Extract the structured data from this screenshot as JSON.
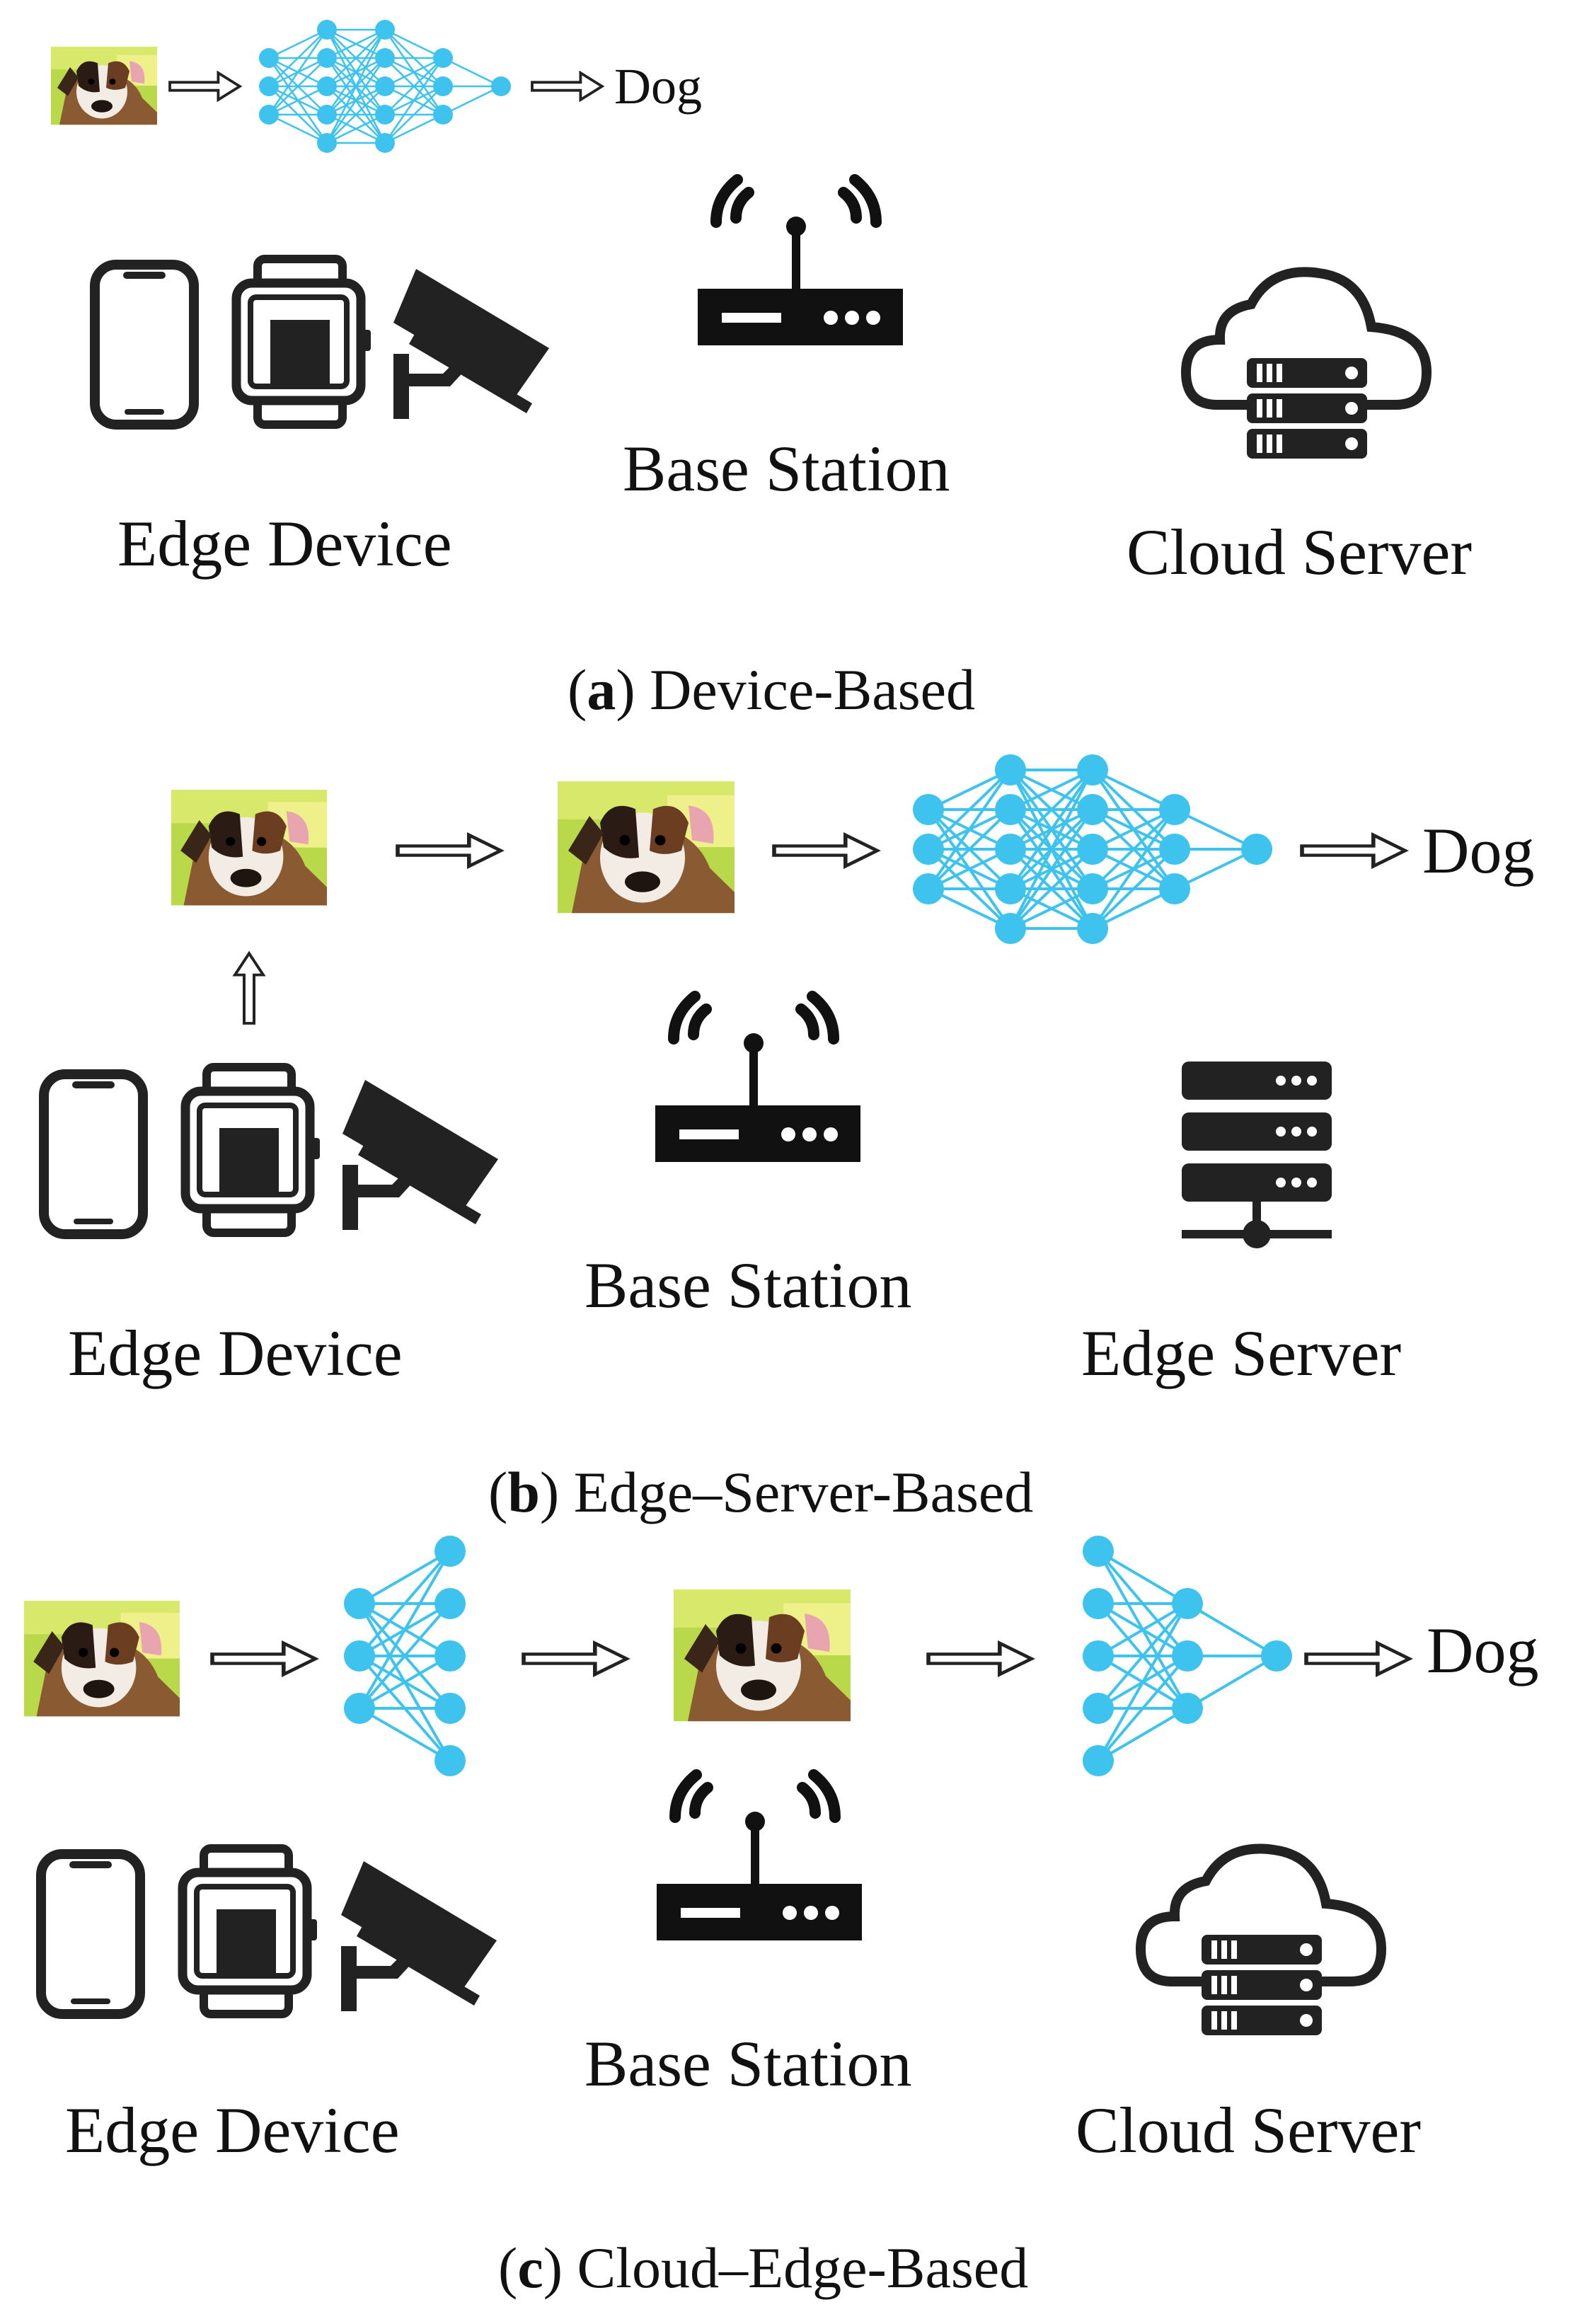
{
  "panel_a": {
    "output_label": "Dog",
    "device_label": "Edge Device",
    "station_label": "Base Station",
    "server_label": "Cloud Server",
    "caption_letter": "a",
    "caption_text": "Device-Based"
  },
  "panel_b": {
    "output_label": "Dog",
    "device_label": "Edge Device",
    "station_label": "Base Station",
    "server_label": "Edge Server",
    "caption_letter": "b",
    "caption_text": "Edge–Server-Based"
  },
  "panel_c": {
    "output_label": "Dog",
    "device_label": "Edge Device",
    "station_label": "Base Station",
    "server_label": "Cloud Server",
    "caption_letter": "c",
    "caption_text": "Cloud–Edge-Based"
  },
  "icons": [
    "dog-photo-icon",
    "neural-network-icon",
    "smartphone-icon",
    "smartwatch-icon",
    "security-camera-icon",
    "wifi-router-icon",
    "cloud-server-icon",
    "server-rack-icon",
    "arrow-right-icon",
    "arrow-up-icon"
  ],
  "colors": {
    "network": "#3ec2ee",
    "ink": "#111111",
    "photo_bg": "#b9d84a"
  }
}
